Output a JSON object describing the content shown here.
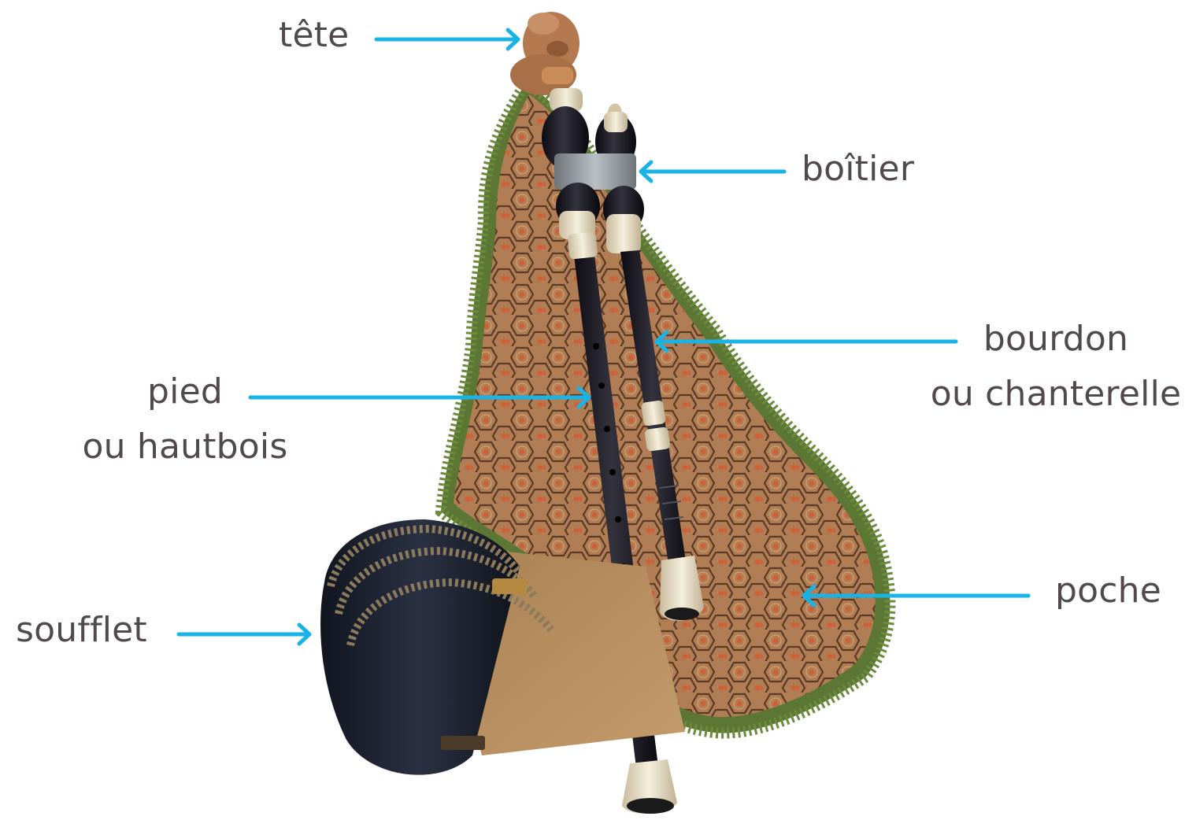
{
  "colors": {
    "arrow": "#1ab3e6",
    "text": "#524a4a",
    "fringe": "#5f7a36",
    "fabric": "#b98357",
    "fabric_spot": "#c9603c",
    "ebony": "#15131c",
    "ivory": "#ece1c6",
    "leather": "#1d2230",
    "wood": "#b2895d",
    "carved_head": "#b57d54",
    "metal_band": "#9aa0a6"
  },
  "labels": {
    "tete": "tête",
    "boitier": "boîtier",
    "bourdon_line1": "bourdon",
    "bourdon_line2": "ou chanterelle",
    "pied_line1": "pied",
    "pied_line2": "ou hautbois",
    "poche": "poche",
    "soufflet": "soufflet"
  },
  "icons": {
    "arrow": "arrow-icon"
  }
}
